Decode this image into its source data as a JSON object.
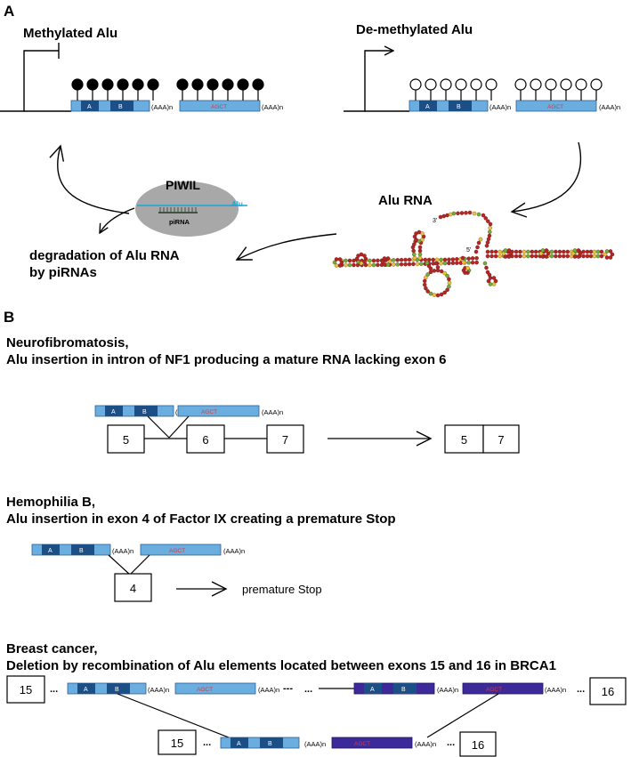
{
  "panel_a": {
    "label": "A",
    "methylated_title": "Methylated Alu",
    "demethylated_title": "De-methylated Alu",
    "box_a": "A",
    "box_b": "B",
    "polya": "(AAA)n",
    "agct": "AGCT",
    "piwil_label": "PIWIL",
    "alu_label": "Alu",
    "pirna_label": "piRNA",
    "alu_rna_label": "Alu RNA",
    "three_prime": "3'",
    "five_prime": "5'",
    "degradation_line1": "degradation of Alu RNA",
    "degradation_line2": "by piRNAs"
  },
  "panel_b": {
    "label": "B",
    "nf": {
      "title1": "Neurofibromatosis,",
      "title2": "Alu insertion in intron of NF1 producing a mature RNA lacking exon 6",
      "exon5": "5",
      "exon6": "6",
      "exon7": "7",
      "result_exon5": "5",
      "result_exon7": "7"
    },
    "hb": {
      "title1": "Hemophilia B,",
      "title2": "Alu insertion in exon 4 of Factor IX creating a premature Stop",
      "exon4": "4",
      "result": "premature Stop"
    },
    "bc": {
      "title1": "Breast cancer,",
      "title2": "Deletion by recombination of Alu elements located between exons 15 and 16 in BRCA1",
      "exon15": "15",
      "exon16": "16",
      "ellipsis": "...",
      "dash_ellipsis": "---",
      "result_exon15": "15",
      "result_exon16": "16"
    }
  },
  "colors": {
    "alu_light": "#6aaee0",
    "alu_dark": "#1c4f86",
    "alu_purple": "#3d2a9a",
    "agct_text": "#d23c3c",
    "piwil_oval": "#a8a8a8",
    "alu_line": "#1aa6d6",
    "rna_red": "#b32624",
    "rna_yellow": "#e8c43a",
    "rna_green": "#6ab23b"
  }
}
